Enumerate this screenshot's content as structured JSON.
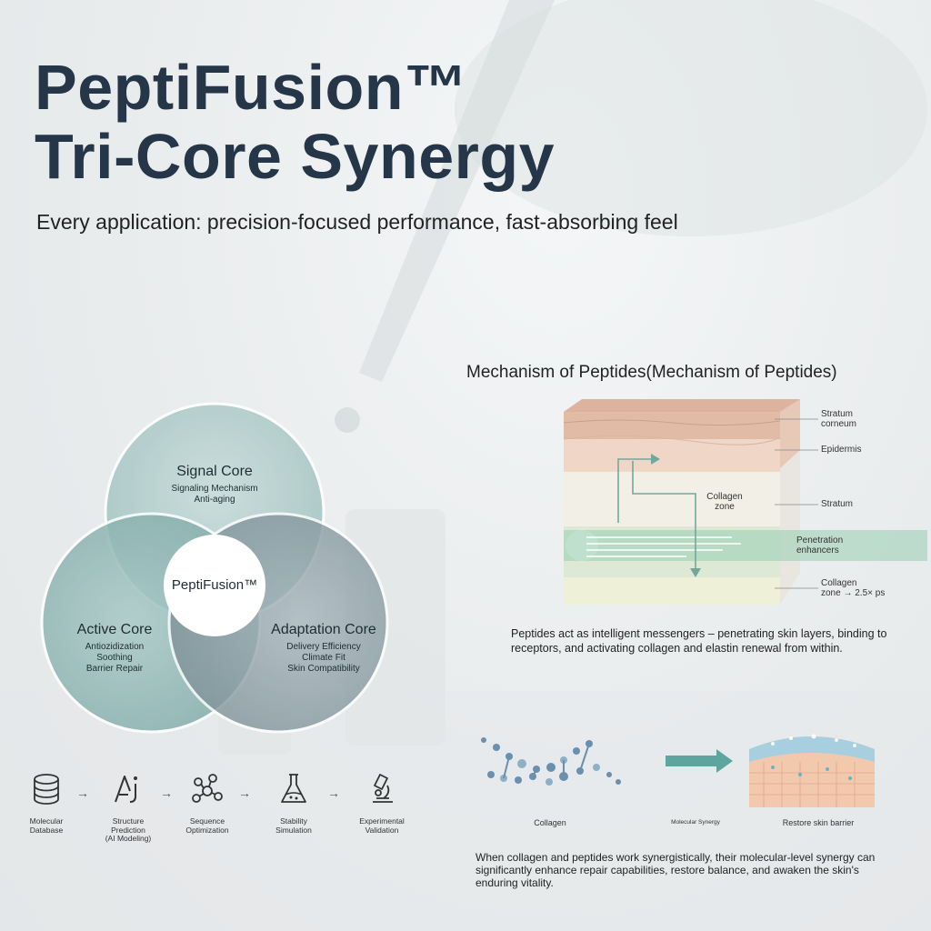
{
  "header": {
    "title_line1": "PeptiFusion™",
    "title_line2": "Tri-Core Synergy",
    "subtitle": "Every application: precision-focused performance, fast-absorbing feel"
  },
  "venn": {
    "center": "PeptiFusion™",
    "signal": {
      "title": "Signal Core",
      "lines": [
        "Signaling Mechanism",
        "Anti-aging"
      ]
    },
    "active": {
      "title": "Active Core",
      "lines": [
        "Antiozidization",
        "Soothing",
        "Barrier Repair"
      ]
    },
    "adaptation": {
      "title": "Adaptation Core",
      "lines": [
        "Delivery Efficiency",
        "Climate Fit",
        "Skin Compatibility"
      ]
    }
  },
  "pipeline": {
    "steps": [
      {
        "icon": "database-icon",
        "label_lines": [
          "Molecular",
          "Database"
        ]
      },
      {
        "icon": "ai-icon",
        "label_lines": [
          "Structure",
          "Prediction",
          "(AI Modeling)"
        ]
      },
      {
        "icon": "molecule-icon",
        "label_lines": [
          "Sequence",
          "Optimization"
        ]
      },
      {
        "icon": "flask-icon",
        "label_lines": [
          "Stability",
          "Simulation"
        ]
      },
      {
        "icon": "microscope-icon",
        "label_lines": [
          "Experimental",
          "Validation"
        ]
      }
    ],
    "arrow": "→"
  },
  "mechanism": {
    "title": "Mechanism of Peptides(Mechanism of Peptides)",
    "labels": {
      "stratum_corneum": [
        "Stratum",
        "corneum"
      ],
      "epidermis": [
        "Epidermis"
      ],
      "stratum": [
        "Stratum"
      ],
      "penetration": [
        "Penetration",
        "enhancers"
      ],
      "collagen_zone_out": [
        "Collagen",
        "zone → 2.5× ps"
      ],
      "collagen_zone_in": [
        "Collagen",
        "zone"
      ]
    },
    "description": "Peptides act as intelligent messengers – penetrating skin layers, binding to receptors, and activating collagen and elastin renewal from within."
  },
  "synergy": {
    "collagen_label": "Collagen",
    "molecular_label": "Molecular Synergy",
    "restore_label": "Restore skin barrier",
    "description": "When collagen and peptides work synergistically, their molecular-level synergy can significantly enhance repair capabilities, restore balance, and awaken the skin's enduring vitality."
  },
  "colors": {
    "title": "#253649",
    "teal": "#8fb5b3",
    "slate": "#8a9aa2",
    "arrow_teal": "#5fa59f"
  }
}
